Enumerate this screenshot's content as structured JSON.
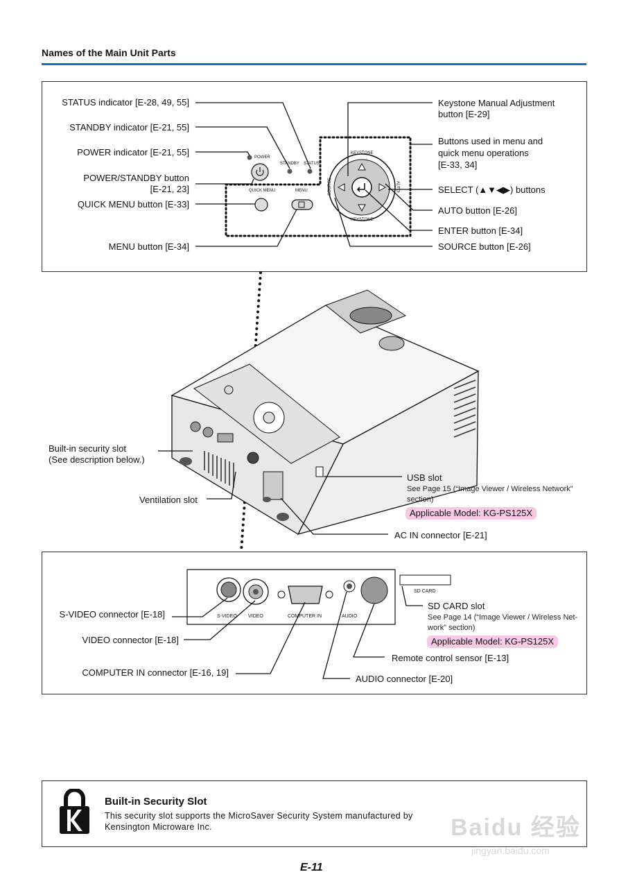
{
  "header": {
    "title": "Names of the Main Unit Parts"
  },
  "top_panel": {
    "left_labels": {
      "status": "STATUS indicator [E-28, 49, 55]",
      "standby": "STANDBY indicator [E-21, 55]",
      "power_ind": "POWER indicator [E-21, 55]",
      "power_btn_1": "POWER/STANDBY button",
      "power_btn_2": "[E-21, 23]",
      "quick_menu": "QUICK MENU button [E-33]",
      "menu": "MENU button [E-34]"
    },
    "right_labels": {
      "keystone_1": "Keystone Manual Adjustment",
      "keystone_2": "button [E-29]",
      "menu_ops_1": "Buttons used in menu and",
      "menu_ops_2": "quick menu operations",
      "menu_ops_3": "[E-33, 34]",
      "select": "SELECT (▲▼◀▶) buttons",
      "auto": "AUTO button [E-26]",
      "enter": "ENTER button [E-34]",
      "source": "SOURCE button [E-26]"
    },
    "panel_text": {
      "power": "POWER",
      "standby": "STANDBY",
      "status": "STATUS",
      "quick_menu": "QUICK MENU",
      "menu": "MENU",
      "keystone_top": "KEYSTONE",
      "keystone_bottom": "KEYSTONE",
      "source": "SOURCE",
      "auto": "AUTO"
    }
  },
  "middle": {
    "security_1": "Built-in security slot",
    "security_2": "(See description below.)",
    "ventilation": "Ventilation slot",
    "usb_title": "USB slot",
    "usb_note_1": "See Page 15 (“Image Viewer / Wireless Network”",
    "usb_note_2": "section)",
    "usb_model": "Applicable Model: KG-PS125X",
    "ac_in": "AC IN connector [E-21]"
  },
  "bottom_panel": {
    "svideo": "S-VIDEO connector [E-18]",
    "video": "VIDEO connector [E-18]",
    "computer_in": "COMPUTER IN connector [E-16, 19]",
    "sd_title": "SD CARD slot",
    "sd_note_1": "See Page 14 (“Image Viewer / Wireless Net-",
    "sd_note_2": "work” section)",
    "sd_model": "Applicable Model: KG-PS125X",
    "remote": "Remote control sensor [E-13]",
    "audio": "AUDIO connector [E-20]",
    "port_labels": {
      "svideo": "S-VIDEO",
      "video": "VIDEO",
      "computer": "COMPUTER IN",
      "audio": "AUDIO",
      "sd": "SD CARD"
    }
  },
  "security_box": {
    "title": "Built-in Security Slot",
    "body_1": "This security slot supports the MicroSaver Security System manufactured by",
    "body_2": "Kensington Microware Inc."
  },
  "footer": {
    "page": "E-11"
  },
  "watermark": {
    "brand": "Baidu 经验",
    "url": "jingyan.baidu.com"
  },
  "colors": {
    "accent_rule": "#1a6fc4",
    "model_highlight": "#f6c9e6"
  }
}
